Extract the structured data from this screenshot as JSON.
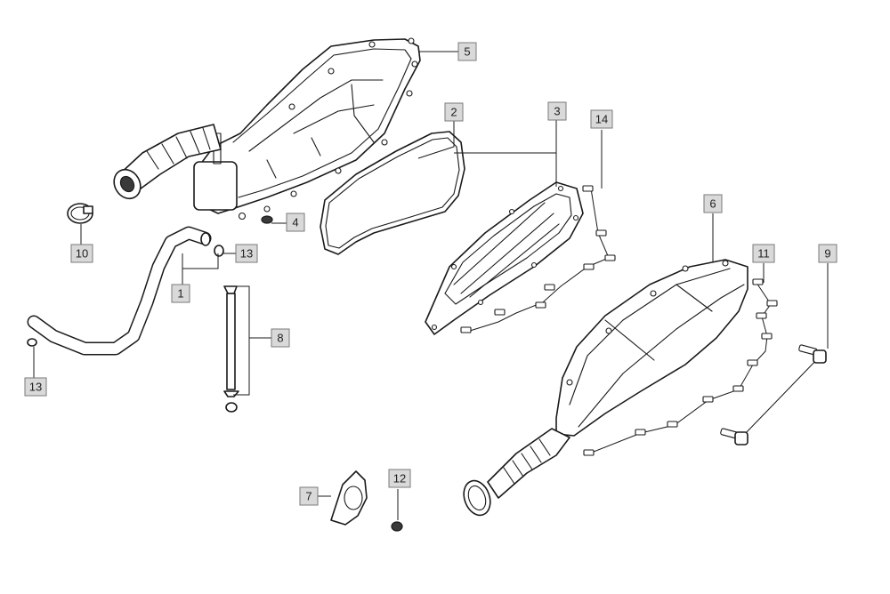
{
  "callouts": [
    {
      "id": "c1",
      "label": "1"
    },
    {
      "id": "c2",
      "label": "2"
    },
    {
      "id": "c3",
      "label": "3"
    },
    {
      "id": "c4",
      "label": "4"
    },
    {
      "id": "c5",
      "label": "5"
    },
    {
      "id": "c6",
      "label": "6"
    },
    {
      "id": "c7",
      "label": "7"
    },
    {
      "id": "c8",
      "label": "8"
    },
    {
      "id": "c9",
      "label": "9"
    },
    {
      "id": "c10",
      "label": "10"
    },
    {
      "id": "c11",
      "label": "11"
    },
    {
      "id": "c12",
      "label": "12"
    },
    {
      "id": "c13a",
      "label": "13"
    },
    {
      "id": "c13b",
      "label": "13"
    },
    {
      "id": "c14",
      "label": "14"
    }
  ]
}
